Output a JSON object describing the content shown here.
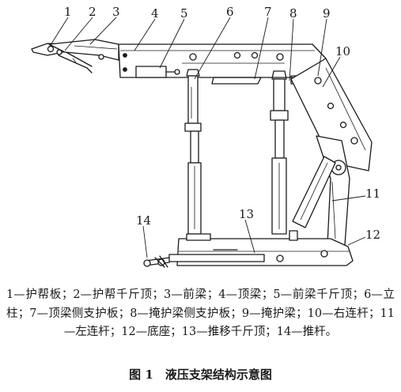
{
  "callouts": [
    "1",
    "2",
    "3",
    "4",
    "5",
    "6",
    "7",
    "8",
    "9",
    "10",
    "11",
    "12",
    "13",
    "14"
  ],
  "caption": {
    "legend": "1—护帮板；2—护帮千斤顶；3—前梁；4—顶梁；5—前梁千斤顶；6—立柱；7—顶梁侧支护板；8—掩护梁侧支护板；9—掩护梁；10—右连杆；11—左连杆；12—底座；13—推移千斤顶；14—推杆。",
    "title": "图 1　液压支架结构示意图"
  }
}
